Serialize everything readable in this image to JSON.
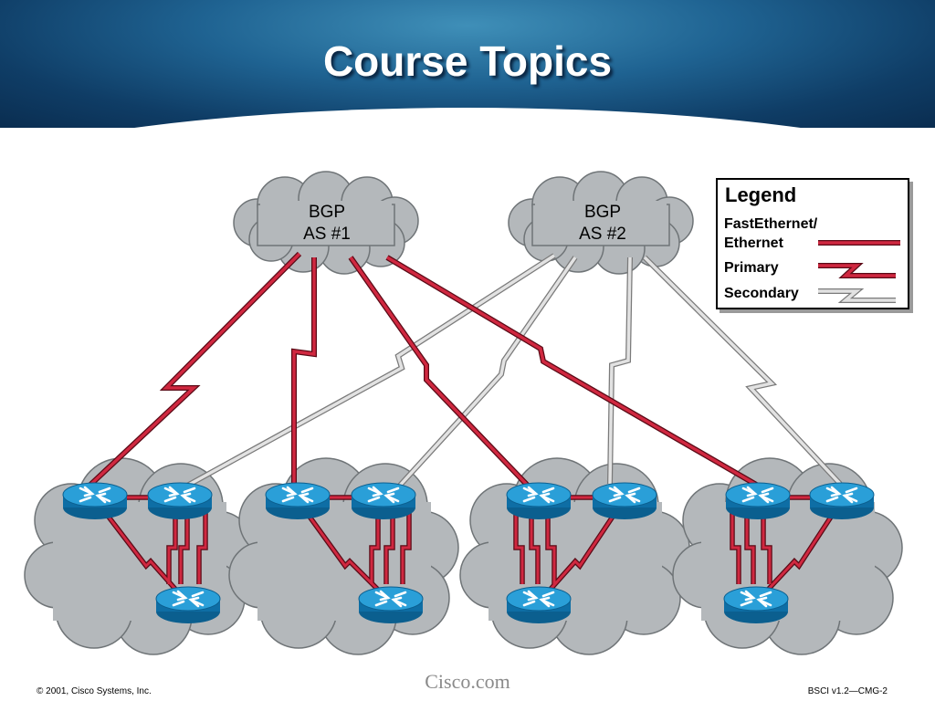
{
  "slide": {
    "title": "Course Topics"
  },
  "clouds": {
    "as1": {
      "line1": "BGP",
      "line2": "AS #1"
    },
    "as2": {
      "line1": "BGP",
      "line2": "AS #2"
    }
  },
  "legend": {
    "title": "Legend",
    "fastethernet_line1": "FastEthernet/",
    "fastethernet_line2": "Ethernet",
    "primary": "Primary",
    "secondary": "Secondary"
  },
  "colors": {
    "primary_link": "#c41e3a",
    "secondary_link": "#d0d0d0",
    "cloud": "#b4b8bb",
    "router": "#1c8fc9"
  },
  "footer": {
    "copyright": "© 2001, Cisco Systems, Inc.",
    "brand": "Cisco.com",
    "course": "BSCI v1.2—CMG-2"
  }
}
